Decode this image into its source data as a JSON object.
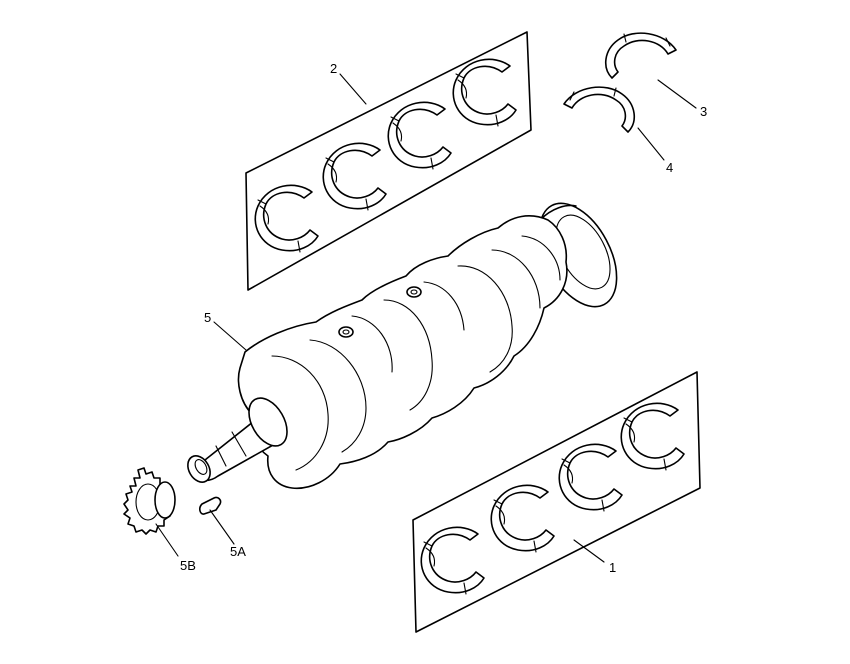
{
  "callouts": [
    {
      "id": "1",
      "label": "1"
    },
    {
      "id": "2",
      "label": "2"
    },
    {
      "id": "3",
      "label": "3"
    },
    {
      "id": "4",
      "label": "4"
    },
    {
      "id": "5",
      "label": "5"
    },
    {
      "id": "5A",
      "label": "5A"
    },
    {
      "id": "5B",
      "label": "5B"
    }
  ],
  "line_color": "#000000",
  "background": "#ffffff"
}
